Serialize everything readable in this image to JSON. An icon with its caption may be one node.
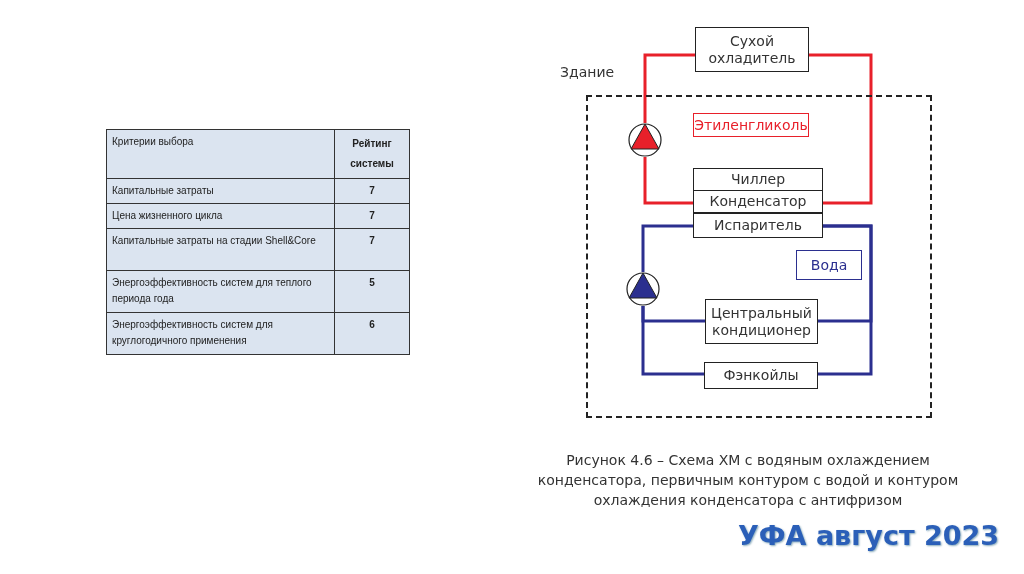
{
  "diagram": {
    "caption": "Рисунок 4.6 – Схема ХМ с водяным охлаждением конденсатора, первичным контуром с водой и контуром охлаждения конденсатора с антифризом",
    "nodes": [
      {
        "text": [
          "Здание"
        ]
      },
      {
        "text": [
          "Сухой охладитель"
        ]
      },
      {
        "text": [
          "Этиленгликоль"
        ],
        "in": 0
      },
      {
        "text": [],
        "shape": "circle",
        "in": 0
      },
      {
        "text": [
          "Чиллер"
        ],
        "in": 0
      },
      {
        "text": [
          "Конденсатор"
        ],
        "in": 0
      },
      {
        "text": [
          "Испаритель"
        ],
        "in": 0
      },
      {
        "text": [
          "Вода"
        ],
        "in": 0
      },
      {
        "text": [],
        "shape": "circle",
        "in": 0
      },
      {
        "text": [
          "Центральный кондиционер"
        ],
        "in": 0
      },
      {
        "text": [
          "Фэнкойлы"
        ],
        "in": 0
      }
    ],
    "edges": [
      {
        "from": 1,
        "to": 3,
        "arrow": "none",
        "color": "#e8202a"
      },
      {
        "from": 3,
        "to": 5,
        "arrow": "none",
        "color": "#e8202a"
      },
      {
        "from": 5,
        "to": 1,
        "arrow": "none",
        "color": "#e8202a"
      },
      {
        "from": 6,
        "to": 8,
        "arrow": "none",
        "color": "#2b2f8f"
      },
      {
        "from": 8,
        "to": 9,
        "arrow": "none",
        "color": "#2b2f8f"
      },
      {
        "from": 8,
        "to": 10,
        "arrow": "none",
        "color": "#2b2f8f"
      },
      {
        "from": 9,
        "to": 6,
        "arrow": "none",
        "color": "#2b2f8f"
      },
      {
        "from": 10,
        "to": 6,
        "arrow": "none",
        "color": "#2b2f8f"
      }
    ],
    "labels": [
      "Критерии выбора",
      "Рейтинг системы",
      "Капитальные затраты",
      "7",
      "Цена жизненного цикла",
      "7",
      "Капитальные затраты на стадии Shell&Core",
      "7",
      "Энергоэффективность систем для теплого периода года",
      "5",
      "Энергоэффективность систем для круглогодичного применения",
      "6",
      "УФА август 2023"
    ]
  }
}
